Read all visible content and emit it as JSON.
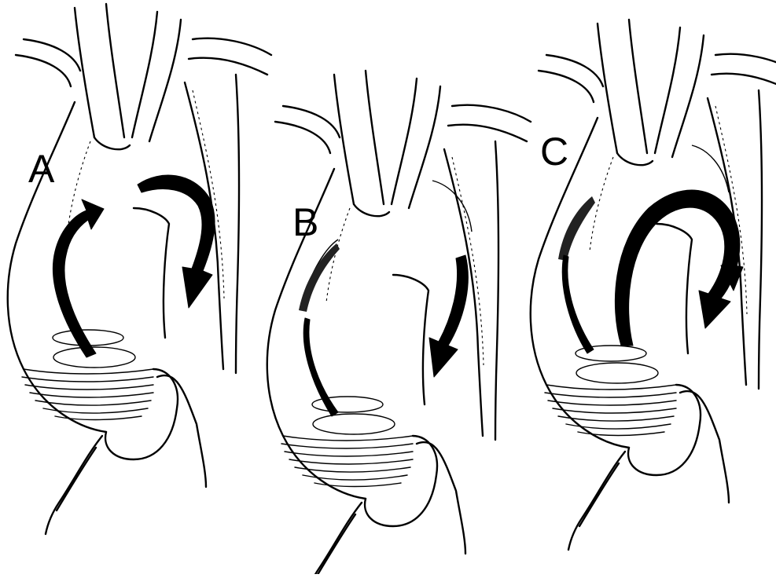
{
  "panels": [
    {
      "id": "a",
      "label": "A"
    },
    {
      "id": "b",
      "label": "B"
    },
    {
      "id": "c",
      "label": "C"
    }
  ]
}
